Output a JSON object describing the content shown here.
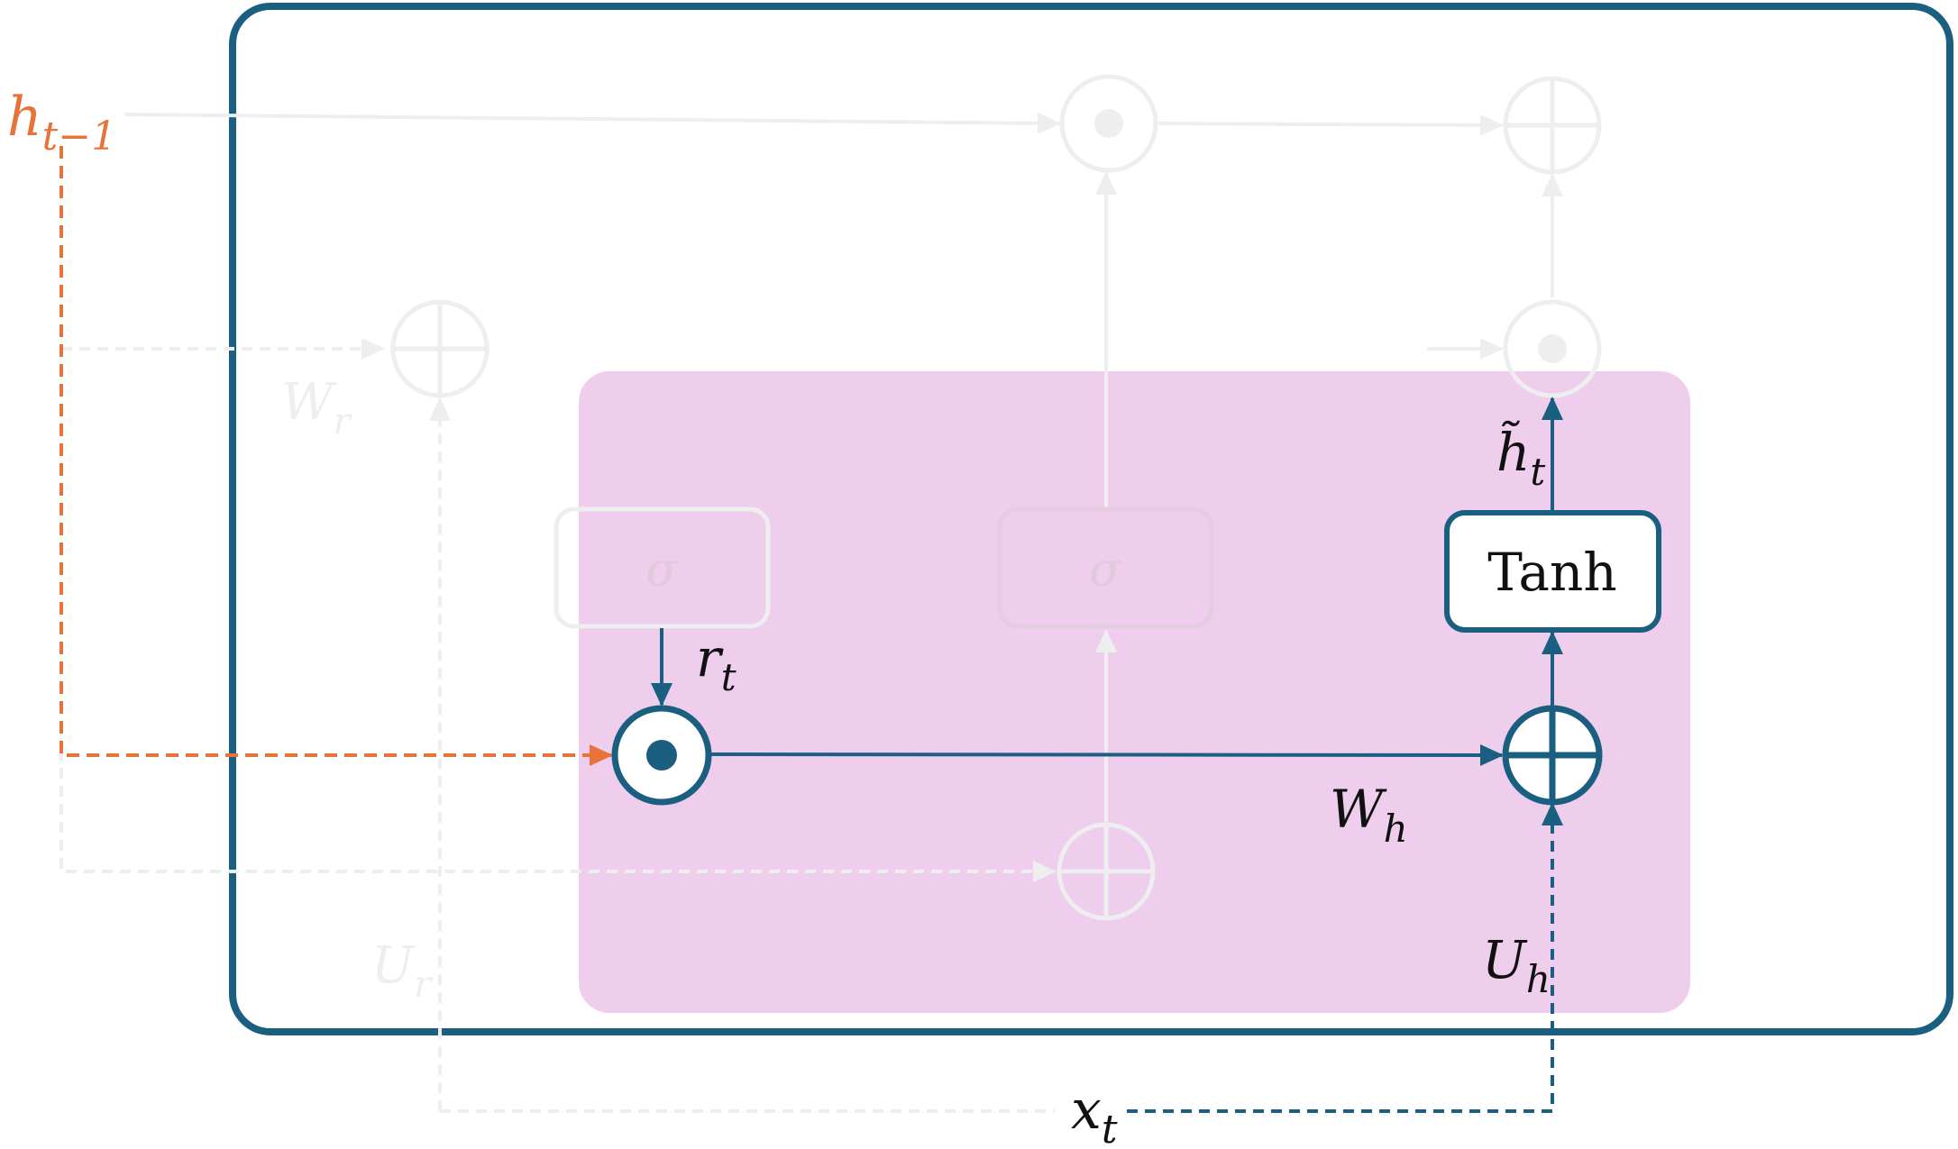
{
  "colors": {
    "frame": "#1a5f80",
    "active": "#1a5f80",
    "input_h": "#e8733a",
    "faded": "#eeeeee",
    "faded_text": "#eeeeee",
    "highlight_fill": "#efcdec",
    "box_fill": "#ffffff"
  },
  "labels": {
    "h_prev": "h",
    "h_prev_sub": "t−1",
    "x_t": "x",
    "x_t_sub": "t",
    "r_t": "r",
    "r_t_sub": "t",
    "h_tilde": "h̃",
    "h_tilde_sub": "t",
    "W_h": "W",
    "W_h_sub": "h",
    "U_h": "U",
    "U_h_sub": "h",
    "W_r": "W",
    "W_r_sub": "r",
    "U_r": "U",
    "U_r_sub": "r",
    "tanh": "Tanh",
    "sigma_reset": "σ",
    "sigma_update": "σ"
  },
  "icons": {
    "multiply": "hadamard-product-icon",
    "add": "sum-icon",
    "arrowhead": "arrowhead-icon"
  }
}
